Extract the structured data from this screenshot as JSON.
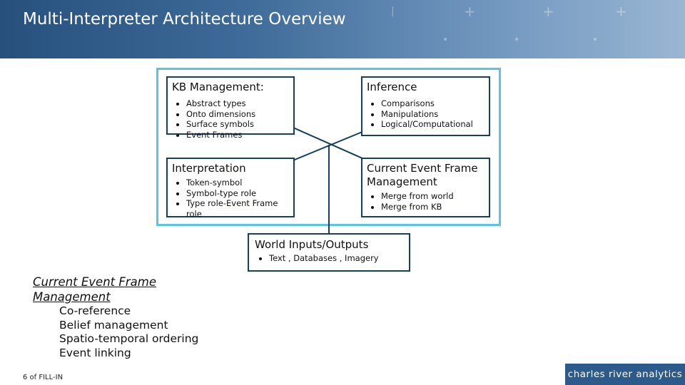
{
  "slide": {
    "title": "Multi-Interpreter Architecture Overview",
    "page_label": "6 of FILL-IN",
    "logo_text": "charles river analytics",
    "colors": {
      "banner": "#2c5a8a",
      "frame": "#5bc4e0",
      "box_border": "#17405f"
    }
  },
  "diagram": {
    "kb": {
      "title": "KB Management:",
      "items": [
        "Abstract types",
        "Onto dimensions",
        "Surface symbols",
        "Event Frames"
      ]
    },
    "inference": {
      "title": "Inference",
      "items": [
        "Comparisons",
        "Manipulations",
        "Logical/Computational"
      ]
    },
    "interpretation": {
      "title": "Interpretation",
      "items": [
        "Token-symbol",
        "Symbol-type role",
        "Type role-Event Frame role"
      ]
    },
    "current_event": {
      "title": "Current Event Frame Management",
      "items": [
        "Merge from world",
        "Merge from KB"
      ]
    },
    "world": {
      "title": "World Inputs/Outputs",
      "items": [
        "Text , Databases , Imagery"
      ]
    }
  },
  "notes": {
    "heading": "Current Event Frame Management",
    "items": [
      "Co-reference",
      "Belief management",
      "Spatio-temporal ordering",
      "Event linking"
    ]
  }
}
